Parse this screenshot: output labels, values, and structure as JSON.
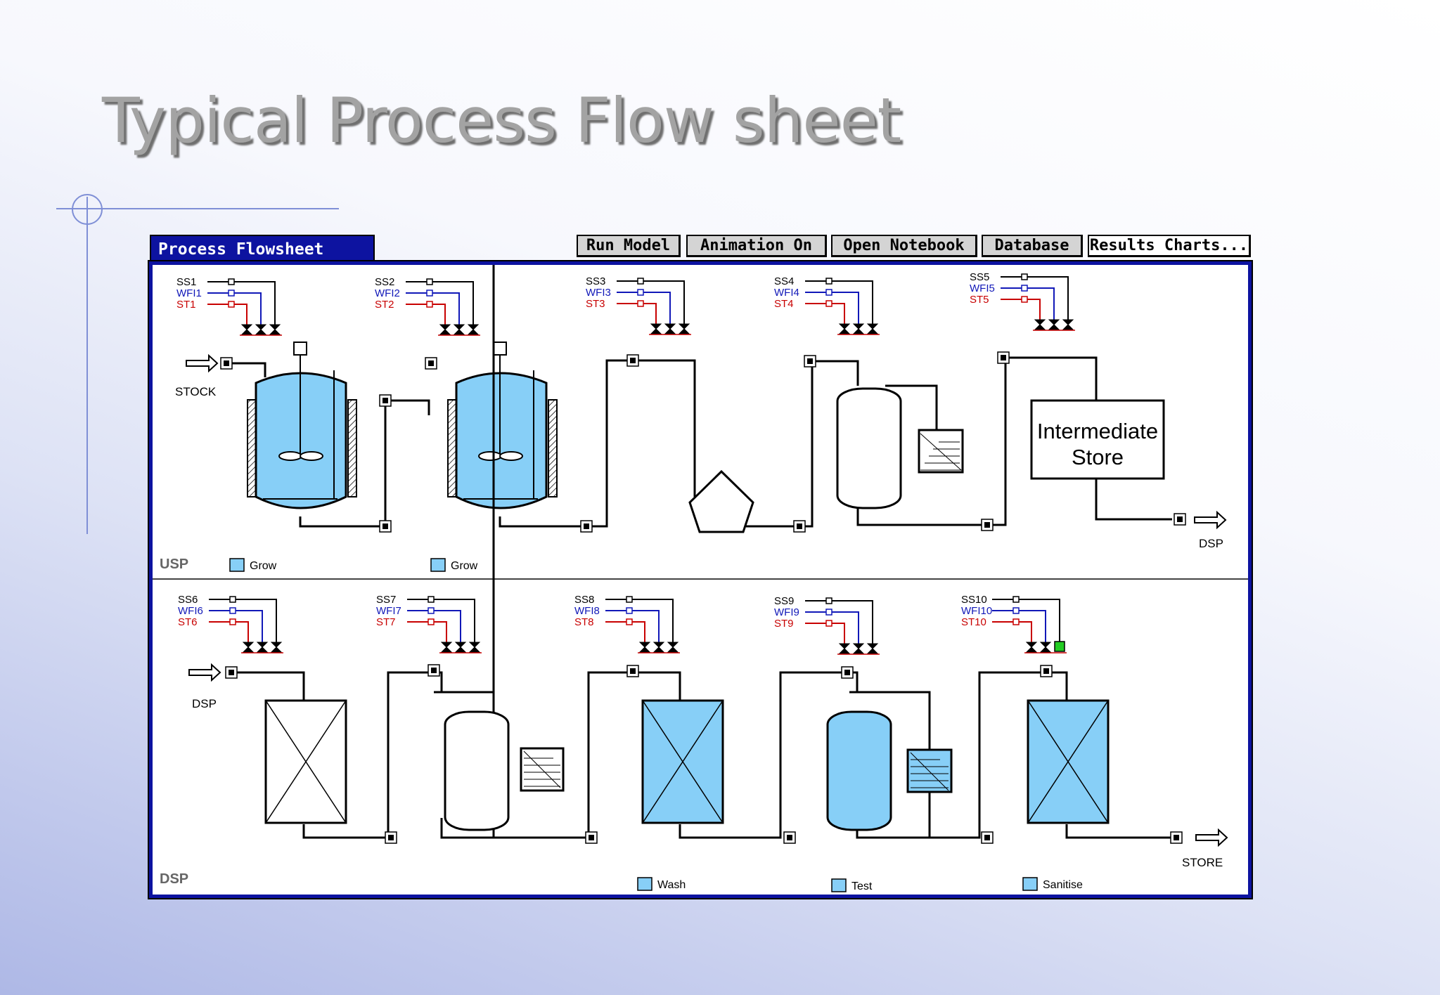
{
  "slide": {
    "title": "Typical Process Flow sheet"
  },
  "window": {
    "tab_label": "Process Flowsheet"
  },
  "toolbar": {
    "run_model": "Run Model",
    "animation_on": "Animation On",
    "open_notebook": "Open Notebook",
    "database": "Database",
    "results_charts": "Results Charts..."
  },
  "colors": {
    "vessel_fill": "#87cff7",
    "line_ss": "#000000",
    "line_wfi": "#1118b8",
    "line_st": "#c80000",
    "active_valve": "#22cc22",
    "frame": "#0d13a0"
  },
  "usp": {
    "section_label": "USP",
    "inlet_label": "STOCK",
    "outlet_label": "DSP",
    "store_label_line1": "Intermediate",
    "store_label_line2": "Store",
    "utilities": [
      {
        "ss": "SS1",
        "wfi": "WFI1",
        "st": "ST1"
      },
      {
        "ss": "SS2",
        "wfi": "WFI2",
        "st": "ST2"
      },
      {
        "ss": "SS3",
        "wfi": "WFI3",
        "st": "ST3"
      },
      {
        "ss": "SS4",
        "wfi": "WFI4",
        "st": "ST4"
      },
      {
        "ss": "SS5",
        "wfi": "WFI5",
        "st": "ST5"
      }
    ],
    "legend": [
      "Grow",
      "Grow"
    ]
  },
  "dsp": {
    "section_label": "DSP",
    "inlet_label": "DSP",
    "outlet_label": "STORE",
    "utilities": [
      {
        "ss": "SS6",
        "wfi": "WFI6",
        "st": "ST6"
      },
      {
        "ss": "SS7",
        "wfi": "WFI7",
        "st": "ST7"
      },
      {
        "ss": "SS8",
        "wfi": "WFI8",
        "st": "ST8"
      },
      {
        "ss": "SS9",
        "wfi": "WFI9",
        "st": "ST9"
      },
      {
        "ss": "SS10",
        "wfi": "WFI10",
        "st": "ST10"
      }
    ],
    "legend": [
      "Wash",
      "Test",
      "Sanitise"
    ]
  }
}
